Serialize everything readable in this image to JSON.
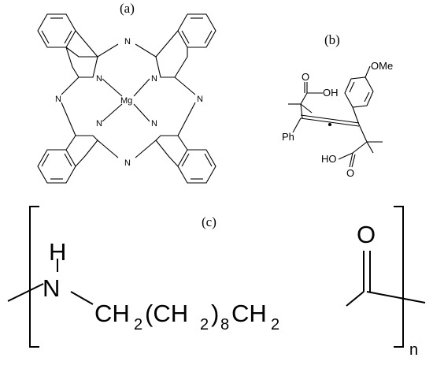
{
  "panels": [
    {
      "id": "a",
      "label": "(a)"
    },
    {
      "id": "b",
      "label": "(b)"
    },
    {
      "id": "c",
      "label": "(c)"
    }
  ],
  "structure_a": {
    "metal": "Mg",
    "nitrogen": "N"
  },
  "structure_b": {
    "acid_top": "O",
    "acid_top_oh": "OH",
    "acid_bottom": "HO",
    "acid_bottom_o": "O",
    "phenyl": "Ph",
    "methoxy": "OMe"
  },
  "structure_c": {
    "amine_h": "H",
    "amine_n": "N",
    "carbonyl_o": "O",
    "ch2_a": "CH",
    "sub2_a": "2",
    "paren_open": "(CH",
    "sub2_b": "2",
    "paren_close": ")",
    "sub8": "8",
    "ch2_c": "CH",
    "sub2_c": "2",
    "repeat_n": "n"
  }
}
